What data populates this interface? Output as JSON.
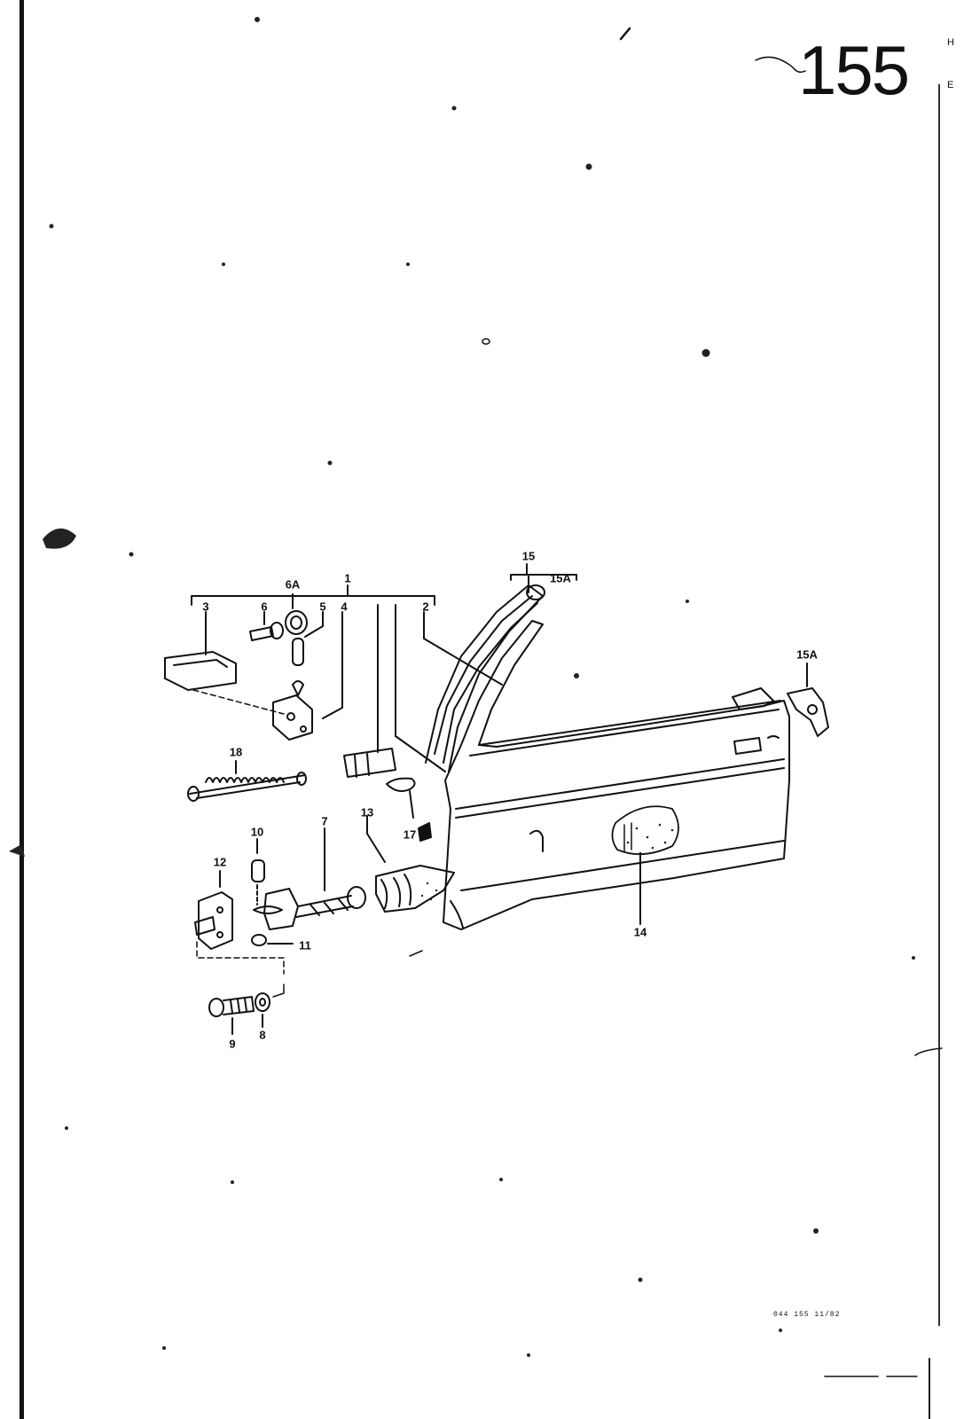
{
  "page": {
    "number": "155",
    "corner_letters": [
      "H",
      "E"
    ],
    "footer_code": "044  155  11/82"
  },
  "callouts": {
    "c1": "1",
    "c2": "2",
    "c3": "3",
    "c4": "4",
    "c5": "5",
    "c6": "6",
    "c6a": "6A",
    "c7": "7",
    "c8": "8",
    "c9": "9",
    "c10": "10",
    "c11": "11",
    "c12": "12",
    "c13": "13",
    "c14": "14",
    "c15": "15",
    "c15a_top": "15A",
    "c15a_right": "15A",
    "c17": "17",
    "c18": "18"
  },
  "colors": {
    "ink": "#111111",
    "paper": "#ffffff"
  }
}
